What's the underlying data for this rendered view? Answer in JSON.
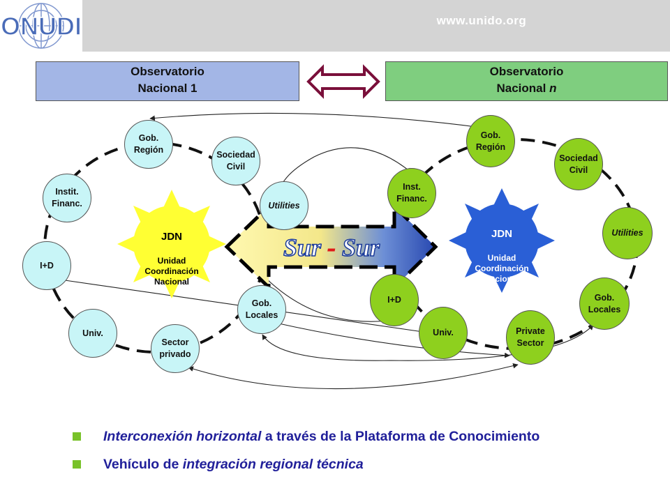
{
  "header": {
    "website": "www.unido.org",
    "logo_text": "ONUDI"
  },
  "observatories": {
    "left": {
      "line1": "Observatorio",
      "line2": "Nacional 1"
    },
    "right": {
      "line1": "Observatorio",
      "line2_plain": "Nacional ",
      "line2_italic": "n"
    }
  },
  "left_nodes": {
    "gob_region": "Gob.\nRegión",
    "sociedad_civil": "Sociedad\nCivil",
    "instit_financ": "Instit.\nFinanc.",
    "utilities": "Utilities",
    "i_d": "I+D",
    "univ": "Univ.",
    "gob_locales": "Gob.\nLocales",
    "sector_privado": "Sector\nprivado"
  },
  "right_nodes": {
    "gob_region": "Gob.\nRegión",
    "sociedad_civil": "Sociedad\nCivil",
    "inst_financ": "Inst.\nFinanc.",
    "utilities": "Utilities",
    "i_d": "I+D",
    "univ": "Univ.",
    "gob_locales": "Gob.\nLocales",
    "private_sector": "Private\nSector"
  },
  "jdn_left": {
    "title": "JDN",
    "body": "Unidad\nCoordinación\nNacional"
  },
  "jdn_right": {
    "title": "JDN",
    "body": "Unidad\nCoordinación\nNacional"
  },
  "center_arrow": {
    "text_a": "Sur",
    "dash": " - ",
    "text_b": "Sur"
  },
  "bullets": [
    {
      "italic": "Interconexión horizontal",
      "plain": " a través de la Plataforma de Conocimiento"
    },
    {
      "plain": "Vehículo de ",
      "italic": "integración regional técnica"
    }
  ],
  "colors": {
    "header_gray": "#d4d4d4",
    "obs_left": "#a3b6e6",
    "obs_right": "#7fce7f",
    "node_light_blue": "#c8f5f7",
    "node_green": "#8ed01e",
    "sun_yellow": "#ffff33",
    "sun_blue": "#2a5fd6",
    "bullet_text": "#21209a",
    "bullet_marker": "#79c22a",
    "double_arrow": "#7a0f3a"
  }
}
